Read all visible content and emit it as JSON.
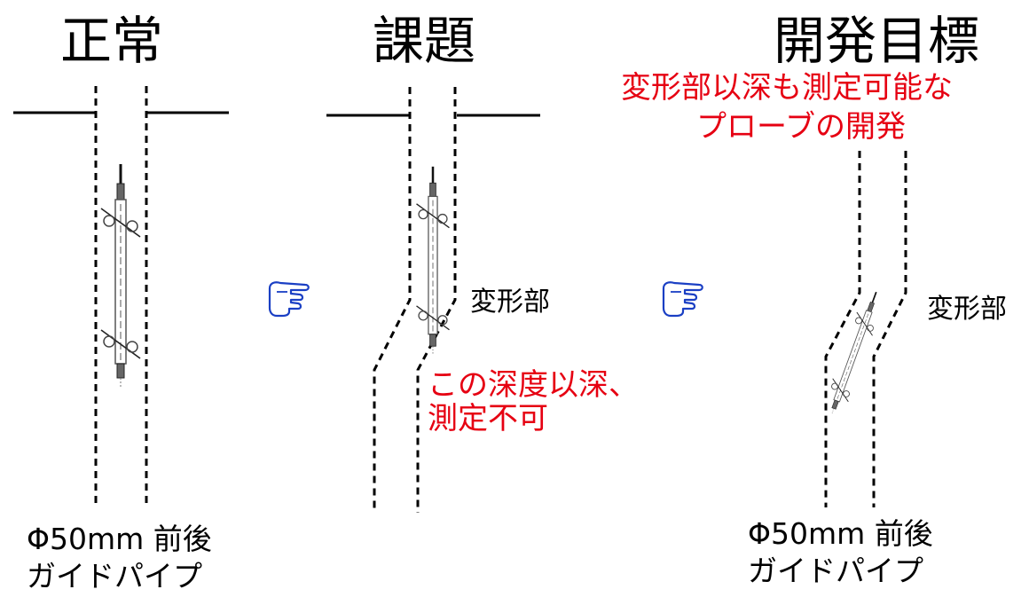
{
  "panels": {
    "normal": {
      "title": "正常",
      "pipe_line1": "Φ50mm 前後",
      "pipe_line2": "ガイドパイプ"
    },
    "problem": {
      "title": "課題",
      "deform_label": "変形部",
      "note_line1": "この深度以深、",
      "note_line2": "測定不可"
    },
    "goal": {
      "title": "開発目標",
      "subtitle_line1": "変形部以深も測定可能な",
      "subtitle_line2": "プローブの開発",
      "deform_label": "変形部",
      "pipe_line1": "Φ50mm 前後",
      "pipe_line2": "ガイドパイプ"
    }
  },
  "icons": {
    "arrow": "pointing-hand-icon",
    "probe": "inclinometer-probe-icon"
  },
  "colors": {
    "accent_red": "#e60012",
    "hand_blue": "#1a3fc4"
  }
}
